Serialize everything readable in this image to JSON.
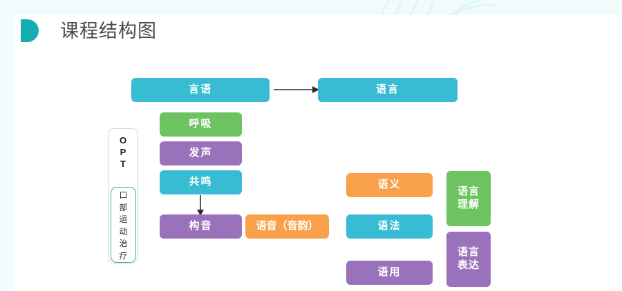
{
  "page": {
    "title": "课程结构图",
    "logo_icon": "d-shape-logo",
    "background": "#ffffff",
    "accent": "#13aeb0"
  },
  "colors": {
    "teal": "#37bcd4",
    "green": "#6cc35f",
    "purple": "#9a72bc",
    "orange": "#f8a14a",
    "title_text": "#4a4a4a",
    "band": "#f1fbfc",
    "strip": "#f2fbfd",
    "arrow": "#2b2b2b"
  },
  "diagram": {
    "top_row": {
      "source_label": "言语",
      "target_label": "语言",
      "connector_icon": "arrow-right-icon"
    },
    "opt_panel": {
      "letters": [
        "O",
        "P",
        "T"
      ],
      "inner_label_chars": [
        "口",
        "部",
        "运",
        "动",
        "治",
        "疗"
      ],
      "outer_border_color": "#c3e0bd",
      "inner_border_color": "#3aa9bb"
    },
    "speech_chain": {
      "connector_icon": "arrow-down-icon",
      "items": [
        {
          "label": "呼吸",
          "color": "#6cc35f"
        },
        {
          "label": "发声",
          "color": "#9a72bc"
        },
        {
          "label": "共鸣",
          "color": "#37bcd4"
        },
        {
          "label": "构音",
          "color": "#9a72bc"
        }
      ]
    },
    "phonology": {
      "label": "语音（音韵）",
      "color": "#f8a14a"
    },
    "language_components": [
      {
        "label": "语义",
        "color": "#f8a14a"
      },
      {
        "label": "语法",
        "color": "#37bcd4"
      },
      {
        "label": "语用",
        "color": "#9a72bc"
      }
    ],
    "language_skills": [
      {
        "label": "语言理解",
        "line1": "语言",
        "line2": "理解",
        "color": "#6cc35f"
      },
      {
        "label": "语言表达",
        "line1": "语言",
        "line2": "表达",
        "color": "#9a72bc"
      }
    ]
  }
}
